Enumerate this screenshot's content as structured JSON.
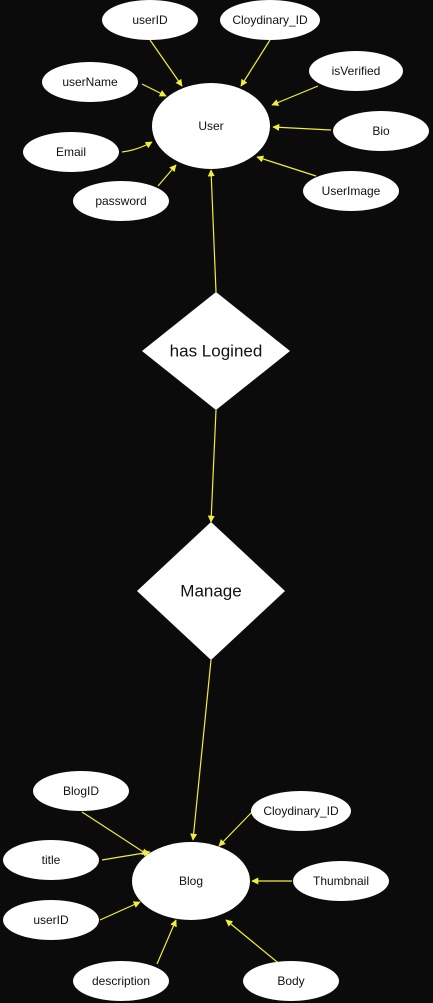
{
  "colors": {
    "background": "#0b0b0b",
    "node_fill": "#ffffff",
    "edge": "#f2ee3a",
    "text": "#111111"
  },
  "entities": {
    "user": "User",
    "blog": "Blog"
  },
  "relationships": {
    "has_logined": "has Logined",
    "manage": "Manage"
  },
  "user_attributes": {
    "user_id": "userID",
    "cloydinary_id": "Cloydinary_ID",
    "user_name": "userName",
    "is_verified": "isVerified",
    "email": "Email",
    "bio": "Bio",
    "password": "password",
    "user_image": "UserImage"
  },
  "blog_attributes": {
    "blog_id": "BlogID",
    "cloydinary_id": "Cloydinary_ID",
    "title": "title",
    "thumbnail": "Thumbnail",
    "user_id": "userID",
    "description": "description",
    "body": "Body"
  }
}
